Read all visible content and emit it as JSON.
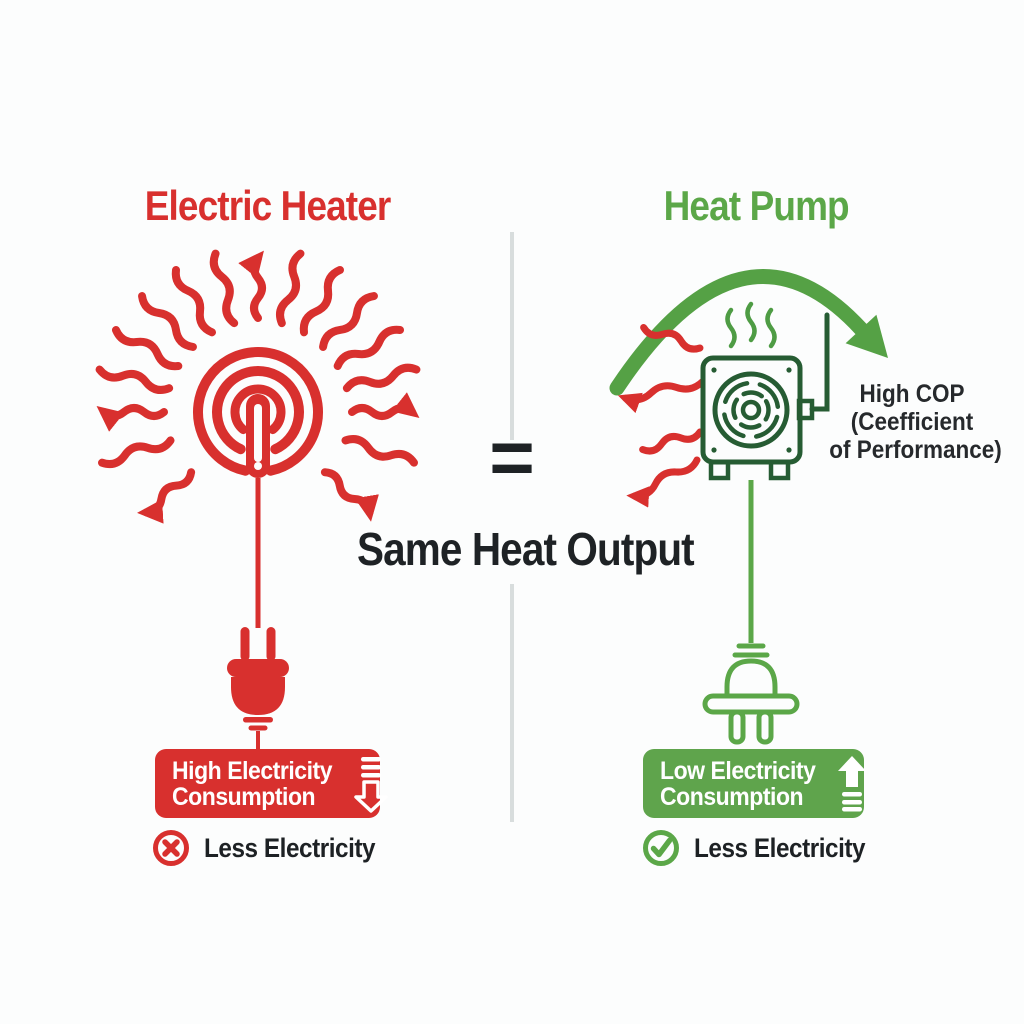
{
  "canvas": {
    "background": "#fcfdfd"
  },
  "center": {
    "equals_label": "=",
    "heading": "Same Heat Output"
  },
  "left": {
    "title": "Electric Heater",
    "badge_line1": "High Electricity",
    "badge_line2": "Consumption",
    "note_label": "Less Electricity"
  },
  "right": {
    "title": "Heat Pump",
    "cop_line1": "High COP",
    "cop_line2": "(Ceefficient",
    "cop_line3": "of Performance)",
    "badge_line1": "Low Electricity",
    "badge_line2": "Consumption",
    "note_label": "Less Electricity"
  },
  "colors": {
    "red": "#D8302E",
    "green": "#5BA748",
    "green_badge": "#5FA44C",
    "green_dark": "#265C33",
    "green_wave": "#4E9C44",
    "arc_green": "#55A145",
    "text_dark": "#1E2225",
    "divider": "#D8DDDD",
    "background": "#FCFDFD"
  },
  "icons": {
    "radiating_heater": "radiating-heater-icon",
    "red_plug": "power-plug-filled-icon",
    "heat_pump_unit": "heat-pump-unit-icon",
    "cop_arc": "cop-arc-arrow-icon",
    "heat_waves_green": "heat-wave-icon",
    "heat_waves_red": "red-heat-arrows-icon",
    "green_plug": "power-plug-outline-icon",
    "down_arrow": "down-arrow-icon",
    "up_arrow": "up-arrow-icon",
    "cross_circle": "cross-circle-icon",
    "check_circle": "check-circle-icon"
  }
}
